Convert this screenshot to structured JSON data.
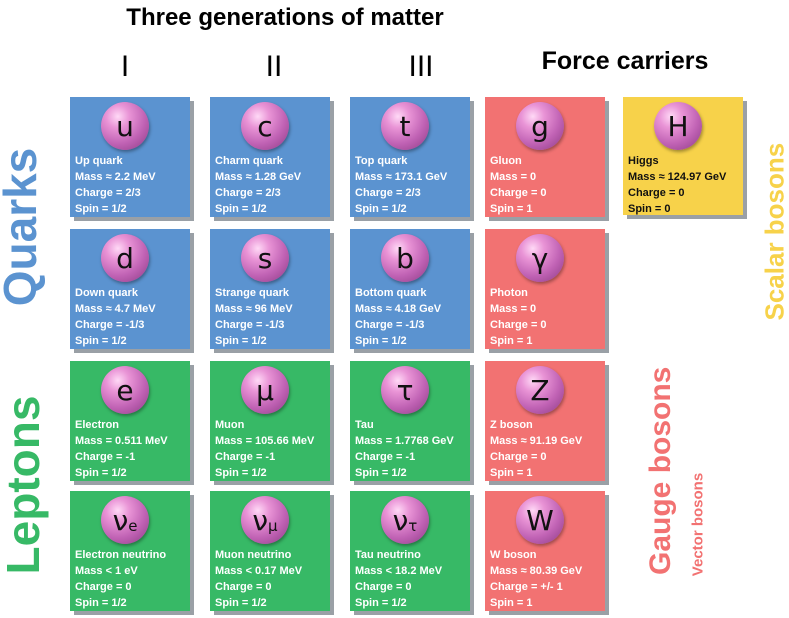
{
  "title": "Three generations of matter",
  "generations": [
    "I",
    "II",
    "III"
  ],
  "force_carriers_label": "Force carriers",
  "side_labels": {
    "quarks": "Quarks",
    "leptons": "Leptons",
    "scalar_bosons": "Scalar bosons",
    "gauge_bosons": "Gauge bosons",
    "vector_bosons": "Vector bosons"
  },
  "colors": {
    "quark": "#5b93d0",
    "lepton": "#37b966",
    "gauge_boson": "#f27272",
    "scalar_boson": "#f7d24a"
  },
  "particles": {
    "up": {
      "symbol": "u",
      "sub": "",
      "name": "Up quark",
      "mass": "Mass ≈ 2.2 MeV",
      "charge": "Charge = 2/3",
      "spin": "Spin = 1/2"
    },
    "charm": {
      "symbol": "c",
      "sub": "",
      "name": "Charm quark",
      "mass": "Mass ≈ 1.28 GeV",
      "charge": "Charge = 2/3",
      "spin": "Spin = 1/2"
    },
    "top": {
      "symbol": "t",
      "sub": "",
      "name": "Top quark",
      "mass": "Mass ≈ 173.1 GeV",
      "charge": "Charge = 2/3",
      "spin": "Spin = 1/2"
    },
    "gluon": {
      "symbol": "g",
      "sub": "",
      "name": "Gluon",
      "mass": "Mass = 0",
      "charge": "Charge = 0",
      "spin": "Spin = 1"
    },
    "higgs": {
      "symbol": "H",
      "sub": "",
      "name": "Higgs",
      "mass": "Mass ≈ 124.97 GeV",
      "charge": "Charge = 0",
      "spin": "Spin = 0"
    },
    "down": {
      "symbol": "d",
      "sub": "",
      "name": "Down quark",
      "mass": "Mass ≈ 4.7 MeV",
      "charge": "Charge = -1/3",
      "spin": "Spin = 1/2"
    },
    "strange": {
      "symbol": "s",
      "sub": "",
      "name": "Strange quark",
      "mass": "Mass ≈ 96 MeV",
      "charge": "Charge = -1/3",
      "spin": "Spin = 1/2"
    },
    "bottom": {
      "symbol": "b",
      "sub": "",
      "name": "Bottom quark",
      "mass": "Mass ≈ 4.18 GeV",
      "charge": "Charge = -1/3",
      "spin": "Spin = 1/2"
    },
    "photon": {
      "symbol": "γ",
      "sub": "",
      "name": "Photon",
      "mass": "Mass = 0",
      "charge": "Charge = 0",
      "spin": "Spin = 1"
    },
    "electron": {
      "symbol": "e",
      "sub": "",
      "name": "Electron",
      "mass": "Mass = 0.511 MeV",
      "charge": "Charge = -1",
      "spin": "Spin = 1/2"
    },
    "muon": {
      "symbol": "μ",
      "sub": "",
      "name": "Muon",
      "mass": "Mass = 105.66 MeV",
      "charge": "Charge = -1",
      "spin": "Spin = 1/2"
    },
    "tau": {
      "symbol": "τ",
      "sub": "",
      "name": "Tau",
      "mass": "Mass = 1.7768 GeV",
      "charge": "Charge = -1",
      "spin": "Spin = 1/2"
    },
    "zboson": {
      "symbol": "Z",
      "sub": "",
      "name": "Z boson",
      "mass": "Mass ≈ 91.19 GeV",
      "charge": "Charge = 0",
      "spin": "Spin = 1"
    },
    "nu_e": {
      "symbol": "ν",
      "sub": "e",
      "name": "Electron neutrino",
      "mass": "Mass < 1 eV",
      "charge": "Charge = 0",
      "spin": "Spin = 1/2"
    },
    "nu_mu": {
      "symbol": "ν",
      "sub": "μ",
      "name": "Muon neutrino",
      "mass": "Mass < 0.17 MeV",
      "charge": "Charge = 0",
      "spin": "Spin = 1/2"
    },
    "nu_tau": {
      "symbol": "ν",
      "sub": "τ",
      "name": "Tau neutrino",
      "mass": "Mass < 18.2 MeV",
      "charge": "Charge = 0",
      "spin": "Spin = 1/2"
    },
    "wboson": {
      "symbol": "W",
      "sub": "",
      "name": "W boson",
      "mass": "Mass ≈ 80.39 GeV",
      "charge": "Charge = +/- 1",
      "spin": "Spin = 1"
    }
  }
}
